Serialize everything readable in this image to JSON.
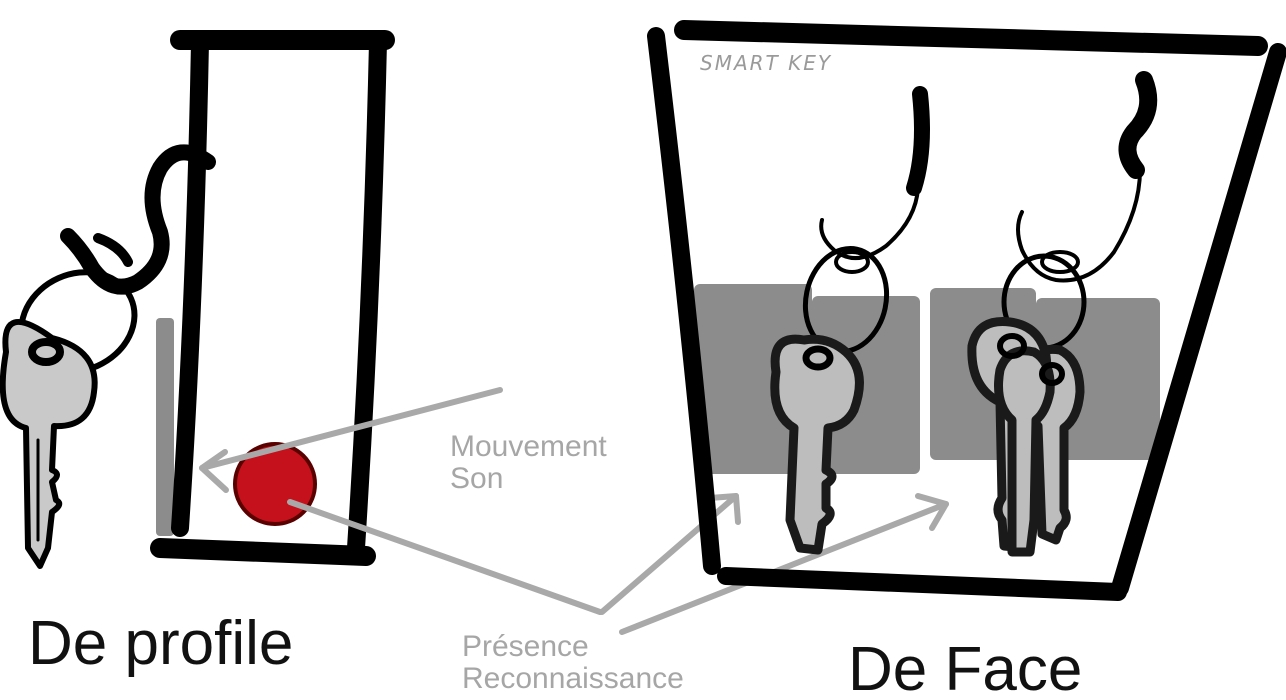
{
  "labels": {
    "side_view": "De profile",
    "front_view": "De Face",
    "sensor_top": "Mouvement",
    "sensor_bottom": "Son",
    "detect_top": "Présence",
    "detect_bottom": "Reconnaissance",
    "brand": "SMART KEY"
  },
  "colors": {
    "ink": "#000000",
    "annotation": "#a6a6a6",
    "sensor": "#c4111b",
    "key_fill": "#c9c9c9",
    "shadow": "#8c8c8c"
  }
}
